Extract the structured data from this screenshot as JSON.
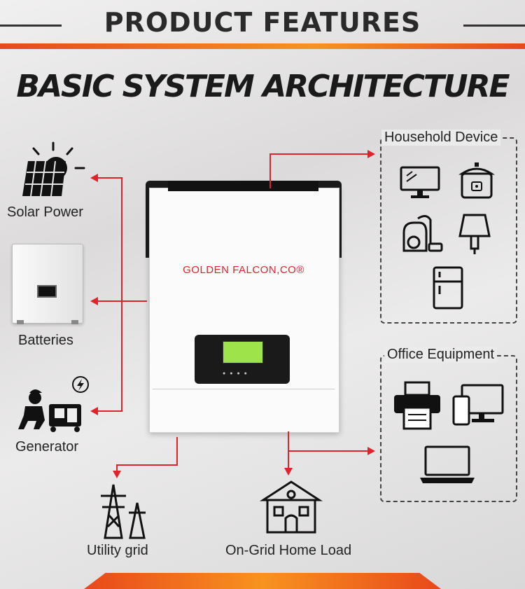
{
  "header": {
    "banner_title": "PRODUCT FEATURES",
    "main_title": "BASIC SYSTEM ARCHITECTURE"
  },
  "inverter": {
    "brand": "GOLDEN FALCON,CO®"
  },
  "sources": [
    {
      "label": "Solar Power",
      "icon": "solar-panel-icon"
    },
    {
      "label": "Batteries",
      "icon": "battery-cabinet-icon"
    },
    {
      "label": "Generator",
      "icon": "generator-icon"
    }
  ],
  "outputs": {
    "household": {
      "title": "Household Device",
      "icons": [
        "monitor-icon",
        "rice-cooker-icon",
        "vacuum-cleaner-icon",
        "lamp-icon",
        "refrigerator-icon"
      ]
    },
    "office": {
      "title": "Office Equipment",
      "icons": [
        "printer-icon",
        "phone-monitor-icon",
        "laptop-icon"
      ]
    },
    "utility": {
      "label": "Utility grid",
      "icon": "power-tower-icon"
    },
    "home_load": {
      "label": "On-Grid Home Load",
      "icon": "house-icon"
    }
  },
  "colors": {
    "accent": "#e0232a",
    "orange": "#f7931e",
    "text": "#222222"
  }
}
